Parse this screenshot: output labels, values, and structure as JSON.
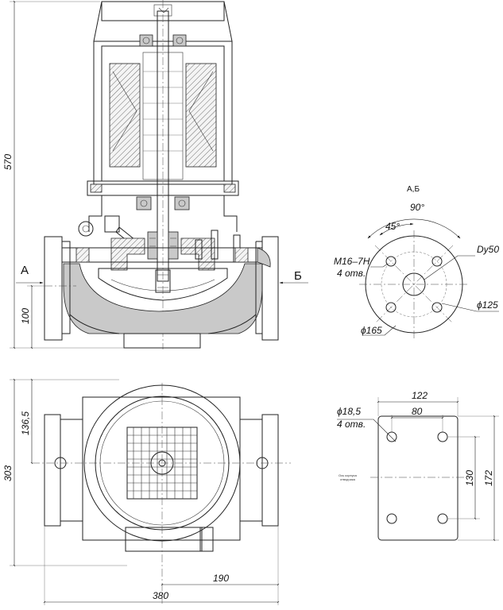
{
  "front_view": {
    "dim_height": "570",
    "dim_inlet_height": "100",
    "section_left": "А",
    "section_right": "Б"
  },
  "flange_view": {
    "title": "А,Б",
    "angle_90": "90°",
    "angle_45": "45°",
    "bolt_label_line1": "М16–7Н",
    "bolt_label_line2": "4 отв.",
    "nominal_diameter": "Dy50",
    "bolt_circle": "ϕ125",
    "outer_diameter": "ϕ165"
  },
  "top_view": {
    "dim_total": "303",
    "dim_offset": "136,5",
    "dim_half_length": "190",
    "dim_length": "380"
  },
  "base_plate": {
    "width": "122",
    "hole_spacing_x": "80",
    "hole_spacing_y": "130",
    "height": "172",
    "hole_label_line1": "ϕ18,5",
    "hole_label_line2": "4 отв.",
    "axis_note_line1": "Ось корпуса",
    "axis_note_line2": "отводчика"
  }
}
